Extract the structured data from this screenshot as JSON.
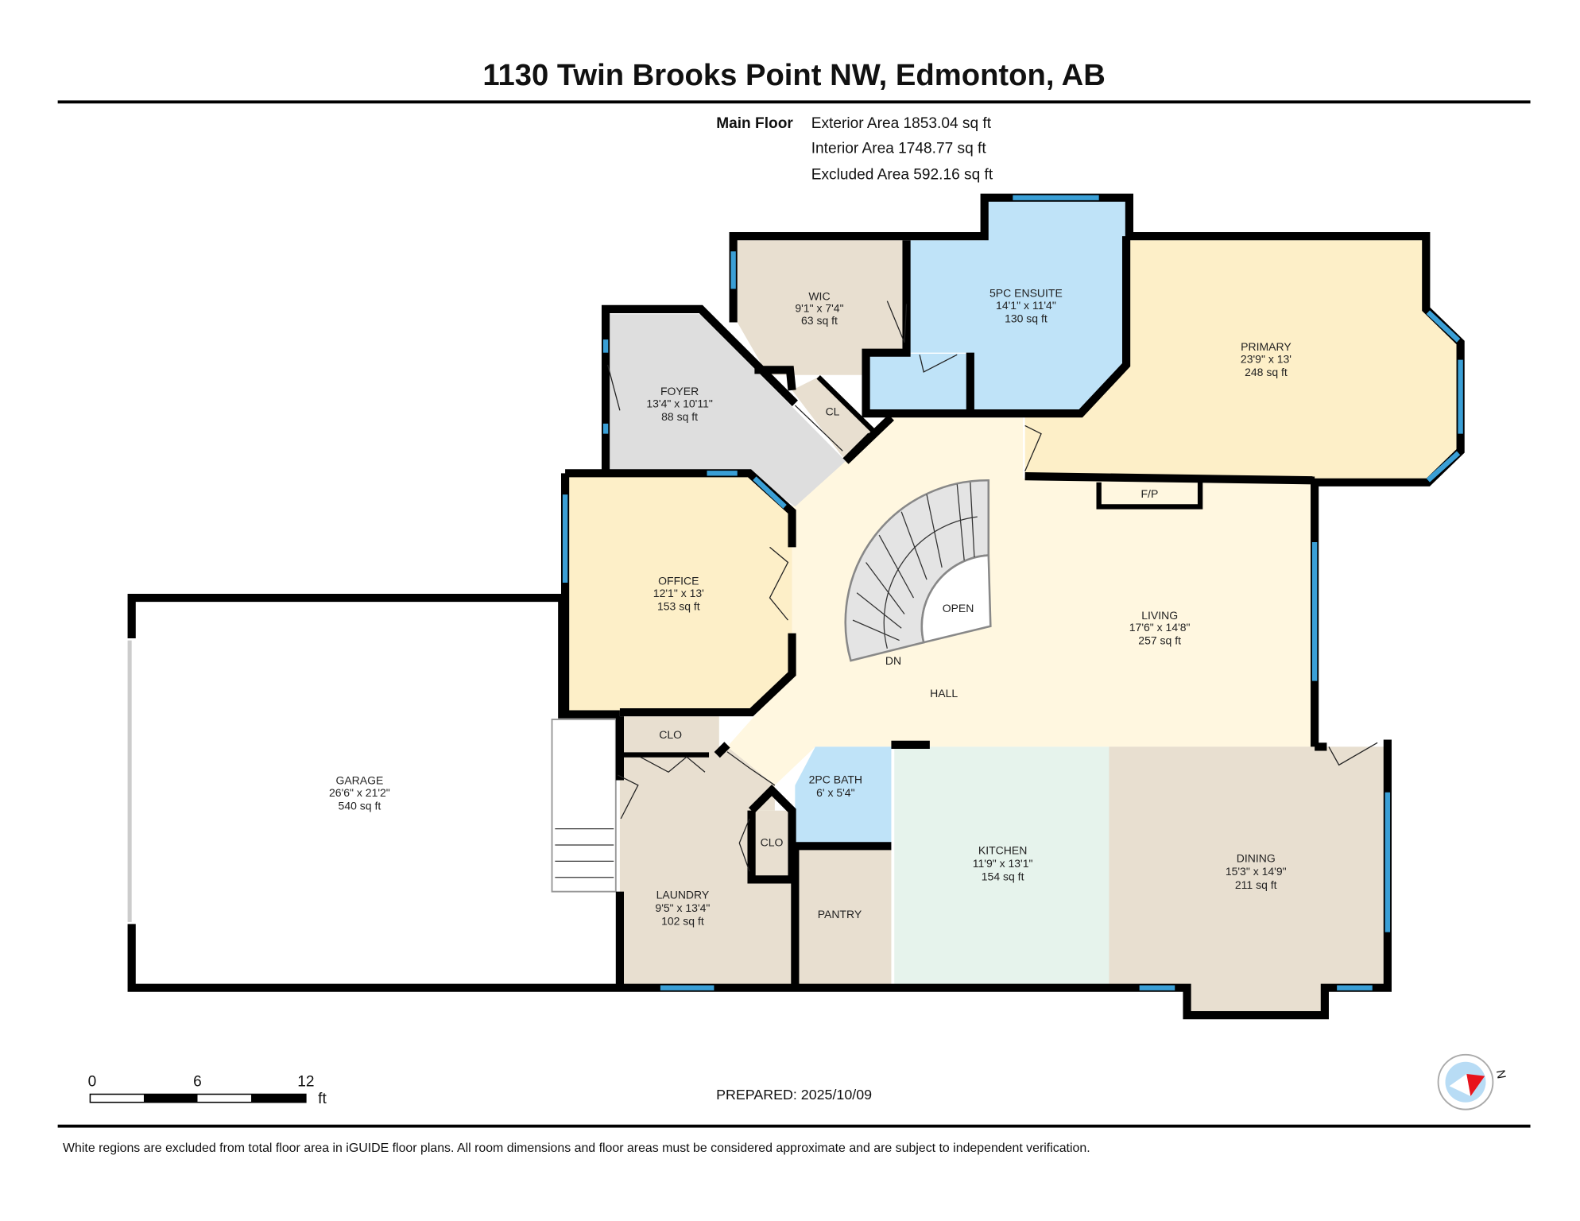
{
  "header": {
    "title": "1130 Twin Brooks Point NW, Edmonton, AB",
    "floor_label": "Main Floor",
    "exterior_area": "Exterior Area 1853.04 sq ft",
    "interior_area": "Interior Area 1748.77 sq ft",
    "excluded_area": "Excluded Area 592.16 sq ft"
  },
  "rooms": [
    {
      "name": "WIC",
      "dims": "9'1\" x 7'4\"",
      "area": "63 sq ft",
      "color": "#e8dfd0"
    },
    {
      "name": "5PC ENSUITE",
      "dims": "14'1\" x 11'4\"",
      "area": "130 sq ft",
      "color": "#bfe3f8"
    },
    {
      "name": "PRIMARY",
      "dims": "23'9\" x 13'",
      "area": "248 sq ft",
      "color": "#fdefc8"
    },
    {
      "name": "FOYER",
      "dims": "13'4\" x 10'11\"",
      "area": "88 sq ft",
      "color": "#dedede"
    },
    {
      "name": "OFFICE",
      "dims": "12'1\" x 13'",
      "area": "153 sq ft",
      "color": "#fdefc8"
    },
    {
      "name": "LIVING",
      "dims": "17'6\" x 14'8\"",
      "area": "257 sq ft",
      "color": "#fff7e0"
    },
    {
      "name": "GARAGE",
      "dims": "26'6\" x 21'2\"",
      "area": "540 sq ft",
      "color": "#ffffff"
    },
    {
      "name": "2PC BATH",
      "dims": "6' x 5'4\"",
      "area": "",
      "color": "#bfe3f8"
    },
    {
      "name": "KITCHEN",
      "dims": "11'9\" x 13'1\"",
      "area": "154 sq ft",
      "color": "#e6f3ec"
    },
    {
      "name": "DINING",
      "dims": "15'3\" x 14'9\"",
      "area": "211 sq ft",
      "color": "#e8dfd0"
    },
    {
      "name": "LAUNDRY",
      "dims": "9'5\" x 13'4\"",
      "area": "102 sq ft",
      "color": "#e8dfd0"
    }
  ],
  "labels": {
    "cl": "CL",
    "fp": "F/P",
    "open": "OPEN",
    "dn": "DN",
    "hall": "HALL",
    "clo_top": "CLO",
    "clo_small": "CLO",
    "pantry": "PANTRY"
  },
  "scale_bar": {
    "ticks": [
      "0",
      "6",
      "12"
    ],
    "unit": "ft"
  },
  "prepared": "PREPARED: 2025/10/09",
  "compass": {
    "north_label": "N",
    "needle_color": "#e8141c",
    "dial_color": "#b8dcf5"
  },
  "footer": "White regions are excluded from total floor area in iGUIDE floor plans. All room dimensions and floor areas must be considered approximate and are subject to independent verification."
}
